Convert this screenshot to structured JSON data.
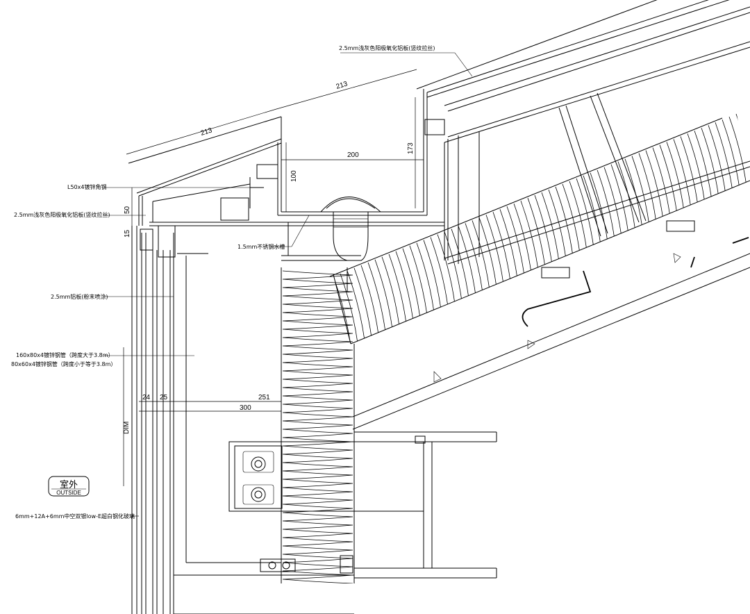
{
  "annotations": {
    "top_panel": "2.5mm浅灰色阳极氧化铝板(竖纹拉丝)",
    "angle_steel": "L50x4镀锌角钢",
    "left_panel": "2.5mm浅灰色阳极氧化铝板(竖纹拉丝)",
    "gutter": "1.5mm不锈钢水槽",
    "al_sheet": "2.5mm铝板(粉末喷涂)",
    "steel_tube_1": "160x80x4镀锌钢管（跨度大于3.8m）",
    "steel_tube_2": "80x60x4镀锌钢管（跨度小于等于3.8m）",
    "glass": "6mm+12A+6mm中空双银low-E超白钢化玻璃"
  },
  "dimensions": {
    "d213_a": "213",
    "d213_b": "213",
    "d200": "200",
    "d173": "173",
    "d100": "100",
    "d50": "50",
    "d15": "15",
    "d24": "24",
    "d25": "25",
    "d251": "251",
    "d300": "300",
    "dim": "DIM"
  },
  "badge": {
    "cn": "室外",
    "en": "OUTSIDE"
  }
}
